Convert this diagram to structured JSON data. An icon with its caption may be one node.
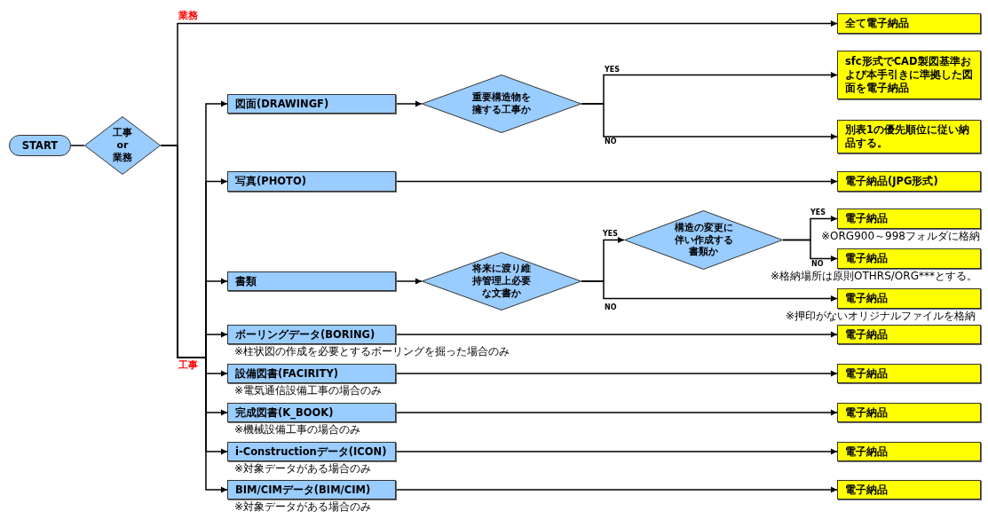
{
  "diagram": {
    "nodes": [
      {
        "text": [
          "START"
        ]
      },
      {
        "text": [
          "工事 or 業務"
        ]
      },
      {
        "text": [
          "全て電子納品"
        ]
      },
      {
        "text": [
          "図面(DRAWINGF)"
        ]
      },
      {
        "text": [
          "重要構造物を擁する工事か"
        ]
      },
      {
        "text": [
          "sfc形式でCAD製図基準および本手引きに準拠した図面を電子納品"
        ]
      },
      {
        "text": [
          "別表1の優先順位に従い納品する。"
        ]
      },
      {
        "text": [
          "写真(PHOTO)"
        ]
      },
      {
        "text": [
          "電子納品(JPG形式)"
        ]
      },
      {
        "text": [
          "書類"
        ]
      },
      {
        "text": [
          "将来に渡り維持管理上必要な文書か"
        ]
      },
      {
        "text": [
          "構造の変更に伴い作成する書類か"
        ]
      },
      {
        "text": [
          "電子納品"
        ],
        "beside": [
          "※ORG900～998フォルダに格納"
        ]
      },
      {
        "text": [
          "電子納品"
        ],
        "beside": [
          "※格納場所は原則OTHRS/ORG***とする。"
        ]
      },
      {
        "text": [
          "電子納品"
        ],
        "beside": [
          "※押印がないオリジナルファイルを格納"
        ]
      },
      {
        "text": [
          "ボーリングデータ(BORING)"
        ],
        "beside": [
          "※柱状図の作成を必要とするボーリングを掘った場合のみ"
        ]
      },
      {
        "text": [
          "電子納品"
        ]
      },
      {
        "text": [
          "設備図書(FACIRITY)"
        ],
        "beside": [
          "※電気通信設備工事の場合のみ"
        ]
      },
      {
        "text": [
          "電子納品"
        ]
      },
      {
        "text": [
          "完成図書(K_BOOK)"
        ],
        "beside": [
          "※機械設備工事の場合のみ"
        ]
      },
      {
        "text": [
          "電子納品"
        ]
      },
      {
        "text": [
          "i-Constructionデータ(ICON)"
        ],
        "beside": [
          "※対象データがある場合のみ"
        ]
      },
      {
        "text": [
          "電子納品"
        ]
      },
      {
        "text": [
          "BIM/CIMデータ(BIM/CIM)"
        ],
        "beside": [
          "※対象データがある場合のみ"
        ]
      },
      {
        "text": [
          "電子納品"
        ]
      }
    ],
    "edges": [
      {
        "from": 0,
        "to": 1,
        "arrow": "none"
      },
      {
        "from": 1,
        "to": 2,
        "arrow": "to",
        "label": "業務"
      },
      {
        "from": 1,
        "to": 3,
        "arrow": "to"
      },
      {
        "from": 1,
        "to": 7,
        "arrow": "to"
      },
      {
        "from": 1,
        "to": 9,
        "arrow": "to"
      },
      {
        "from": 1,
        "to": 15,
        "arrow": "to"
      },
      {
        "from": 1,
        "to": 17,
        "arrow": "to"
      },
      {
        "from": 1,
        "to": 19,
        "arrow": "to"
      },
      {
        "from": 1,
        "to": 21,
        "arrow": "to"
      },
      {
        "from": 1,
        "to": 23,
        "arrow": "to",
        "label": "工事"
      },
      {
        "from": 3,
        "to": 4,
        "arrow": "to"
      },
      {
        "from": 4,
        "to": 5,
        "arrow": "to",
        "label": "YES"
      },
      {
        "from": 4,
        "to": 6,
        "arrow": "to",
        "label": "NO"
      },
      {
        "from": 7,
        "to": 8,
        "arrow": "to"
      },
      {
        "from": 9,
        "to": 10,
        "arrow": "to"
      },
      {
        "from": 10,
        "to": 11,
        "arrow": "to",
        "label": "YES"
      },
      {
        "from": 10,
        "to": 14,
        "arrow": "to",
        "label": "NO"
      },
      {
        "from": 11,
        "to": 12,
        "arrow": "to",
        "label": "YES"
      },
      {
        "from": 11,
        "to": 13,
        "arrow": "to",
        "label": "NO"
      },
      {
        "from": 15,
        "to": 16,
        "arrow": "to"
      },
      {
        "from": 17,
        "to": 18,
        "arrow": "to"
      },
      {
        "from": 19,
        "to": 20,
        "arrow": "to"
      },
      {
        "from": 21,
        "to": 22,
        "arrow": "to"
      },
      {
        "from": 23,
        "to": 24,
        "arrow": "to"
      }
    ]
  }
}
